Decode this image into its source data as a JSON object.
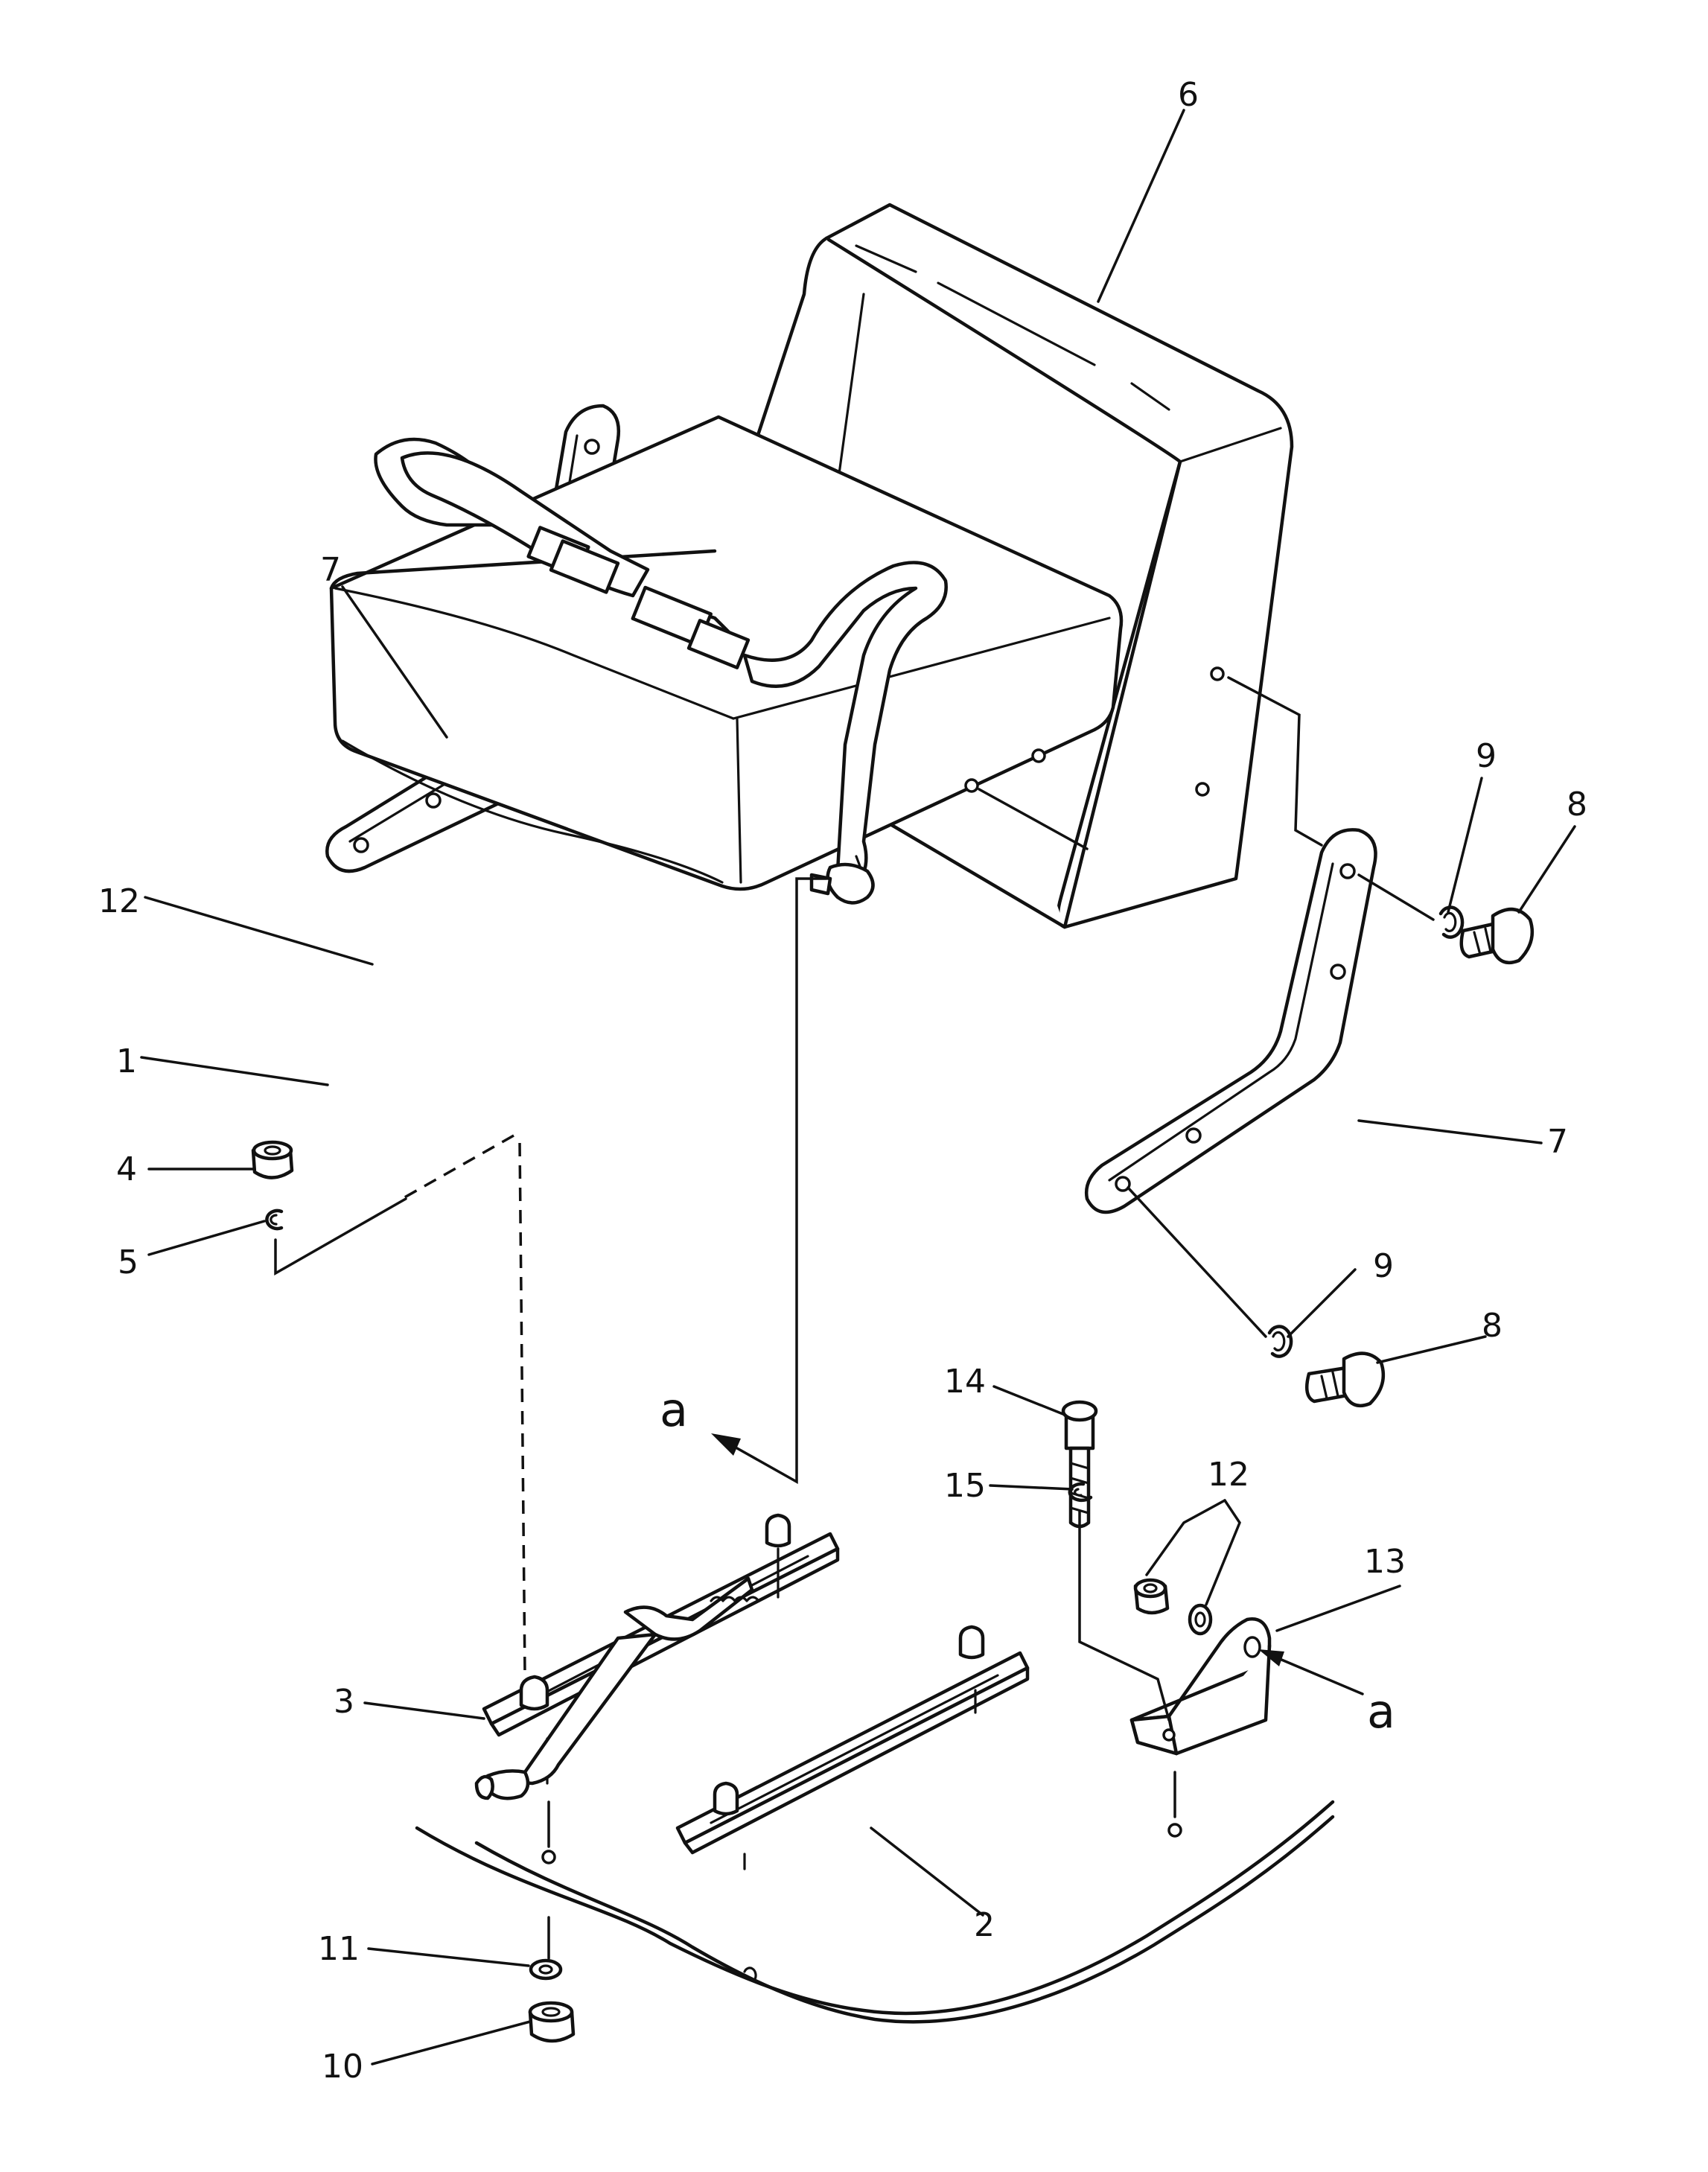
{
  "callouts": {
    "p1": "1",
    "p2": "2",
    "p3": "3",
    "p4": "4",
    "p5": "5",
    "p6": "6",
    "p7": "7",
    "p8": "8",
    "p9": "9",
    "p10": "10",
    "p11": "11",
    "p12": "12",
    "p13": "13",
    "p14": "14",
    "p15": "15"
  },
  "view_marker": "a",
  "colors": {
    "line": "#111111",
    "background": "#ffffff"
  }
}
